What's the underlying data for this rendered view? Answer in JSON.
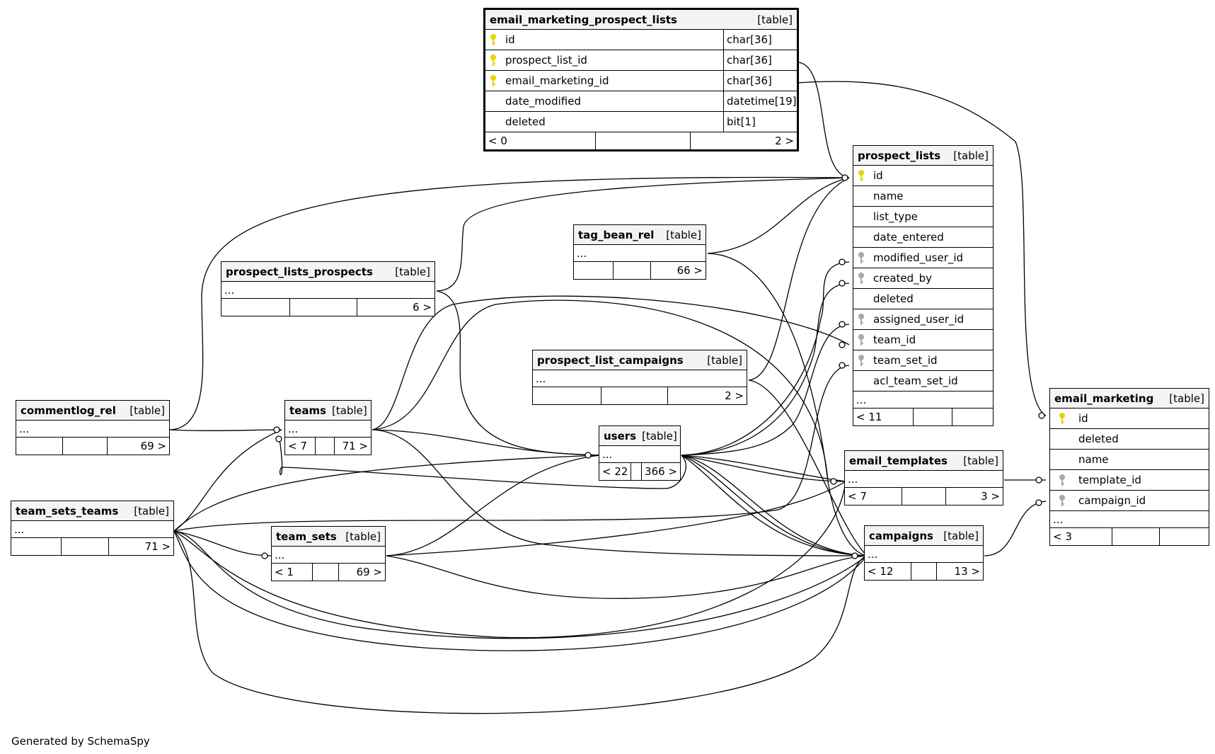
{
  "tables": {
    "email_marketing_prospect_lists": {
      "name": "email_marketing_prospect_lists",
      "type": "[table]",
      "columns": [
        {
          "name": "id",
          "type": "char[36]",
          "key": "primary"
        },
        {
          "name": "prospect_list_id",
          "type": "char[36]",
          "key": "primary"
        },
        {
          "name": "email_marketing_id",
          "type": "char[36]",
          "key": "primary"
        },
        {
          "name": "date_modified",
          "type": "datetime[19]",
          "key": ""
        },
        {
          "name": "deleted",
          "type": "bit[1]",
          "key": ""
        }
      ],
      "parents": "< 0",
      "children": "2 >"
    },
    "prospect_lists": {
      "name": "prospect_lists",
      "type": "[table]",
      "columns": [
        {
          "name": "id",
          "key": "primary"
        },
        {
          "name": "name",
          "key": ""
        },
        {
          "name": "list_type",
          "key": ""
        },
        {
          "name": "date_entered",
          "key": ""
        },
        {
          "name": "modified_user_id",
          "key": "foreign"
        },
        {
          "name": "created_by",
          "key": "foreign"
        },
        {
          "name": "deleted",
          "key": ""
        },
        {
          "name": "assigned_user_id",
          "key": "foreign"
        },
        {
          "name": "team_id",
          "key": "foreign"
        },
        {
          "name": "team_set_id",
          "key": "foreign"
        },
        {
          "name": "acl_team_set_id",
          "key": ""
        }
      ],
      "more": "...",
      "parents": "< 11",
      "children": ""
    },
    "email_marketing": {
      "name": "email_marketing",
      "type": "[table]",
      "columns": [
        {
          "name": "id",
          "key": "primary"
        },
        {
          "name": "deleted",
          "key": ""
        },
        {
          "name": "name",
          "key": ""
        },
        {
          "name": "template_id",
          "key": "foreign"
        },
        {
          "name": "campaign_id",
          "key": "foreign"
        }
      ],
      "more": "...",
      "parents": "< 3",
      "children": ""
    },
    "tag_bean_rel": {
      "name": "tag_bean_rel",
      "type": "[table]",
      "more": "...",
      "parents": "",
      "children": "66 >"
    },
    "prospect_lists_prospects": {
      "name": "prospect_lists_prospects",
      "type": "[table]",
      "more": "...",
      "parents": "",
      "children": "6 >"
    },
    "prospect_list_campaigns": {
      "name": "prospect_list_campaigns",
      "type": "[table]",
      "more": "...",
      "parents": "",
      "children": "2 >"
    },
    "commentlog_rel": {
      "name": "commentlog_rel",
      "type": "[table]",
      "more": "...",
      "parents": "",
      "children": "69 >"
    },
    "teams": {
      "name": "teams",
      "type": "[table]",
      "more": "...",
      "parents": "< 7",
      "children": "71 >"
    },
    "users": {
      "name": "users",
      "type": "[table]",
      "more": "...",
      "parents": "< 22",
      "children": "366 >"
    },
    "email_templates": {
      "name": "email_templates",
      "type": "[table]",
      "more": "...",
      "parents": "< 7",
      "children": "3 >"
    },
    "team_sets_teams": {
      "name": "team_sets_teams",
      "type": "[table]",
      "more": "...",
      "parents": "",
      "children": "71 >"
    },
    "team_sets": {
      "name": "team_sets",
      "type": "[table]",
      "more": "...",
      "parents": "< 1",
      "children": "69 >"
    },
    "campaigns": {
      "name": "campaigns",
      "type": "[table]",
      "more": "...",
      "parents": "< 12",
      "children": "13 >"
    }
  },
  "relationships": [
    {
      "from": "email_marketing_prospect_lists.prospect_list_id",
      "to": "prospect_lists.id"
    },
    {
      "from": "email_marketing_prospect_lists.email_marketing_id",
      "to": "email_marketing.id"
    },
    {
      "from": "commentlog_rel",
      "to": "prospect_lists.id"
    },
    {
      "from": "prospect_lists_prospects",
      "to": "prospect_lists.id"
    },
    {
      "from": "tag_bean_rel",
      "to": "prospect_lists.id"
    },
    {
      "from": "prospect_list_campaigns",
      "to": "prospect_lists.id"
    },
    {
      "from": "prospect_lists.modified_user_id",
      "to": "users"
    },
    {
      "from": "prospect_lists.created_by",
      "to": "users"
    },
    {
      "from": "prospect_lists.assigned_user_id",
      "to": "users"
    },
    {
      "from": "prospect_lists.team_id",
      "to": "teams"
    },
    {
      "from": "prospect_lists.team_set_id",
      "to": "team_sets"
    },
    {
      "from": "email_marketing.template_id",
      "to": "email_templates"
    },
    {
      "from": "email_marketing.campaign_id",
      "to": "campaigns"
    }
  ],
  "key_colors": {
    "primary": "#e8d400",
    "foreign": "#a8a8a8"
  },
  "footer": "Generated by SchemaSpy"
}
